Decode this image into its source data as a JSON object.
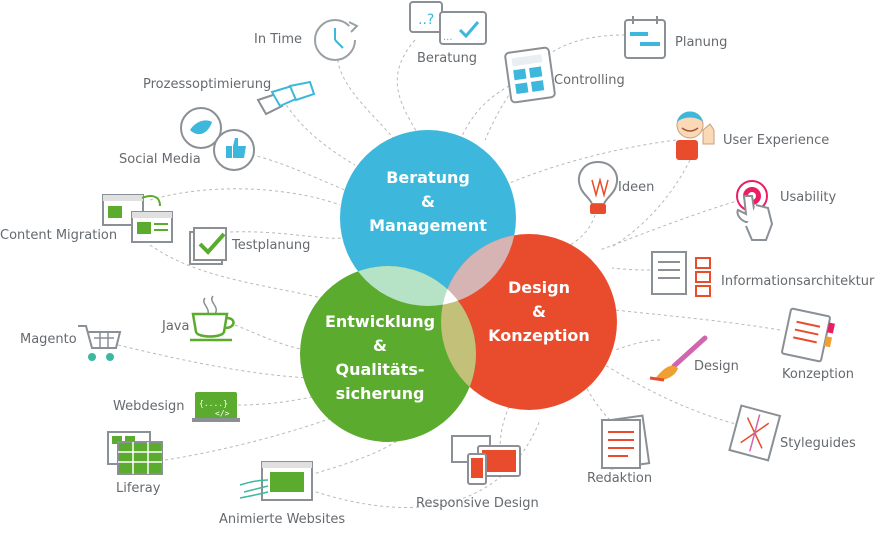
{
  "circles": {
    "blue": {
      "line1": "Beratung",
      "line2": "&",
      "line3": "Management",
      "color": "#3db8dc"
    },
    "red": {
      "line1": "Design",
      "line2": "&",
      "line3": "Konzeption",
      "color": "#e84c2c"
    },
    "green": {
      "line1": "Entwicklung",
      "line2": "&",
      "line3": "Qualitäts-",
      "line4": "sicherung",
      "color": "#5aab2e"
    }
  },
  "labels": {
    "in_time": "In Time",
    "beratung": "Beratung",
    "planung": "Planung",
    "prozessoptimierung": "Prozessoptimierung",
    "controlling": "Controlling",
    "user_experience": "User Experience",
    "social_media": "Social Media",
    "ideen": "Ideen",
    "usability": "Usability",
    "content_migration": "Content Migration",
    "testplanung": "Testplanung",
    "informationsarchitektur": "Informationsarchitektur",
    "java": "Java",
    "magento": "Magento",
    "konzeption": "Konzeption",
    "design": "Design",
    "webdesign": "Webdesign",
    "styleguides": "Styleguides",
    "liferay": "Liferay",
    "redaktion": "Redaktion",
    "responsive_design": "Responsive Design",
    "animierte_websites": "Animierte Websites"
  },
  "icons": {
    "webdesign_code": "{....}",
    "webdesign_tag": "</>"
  }
}
